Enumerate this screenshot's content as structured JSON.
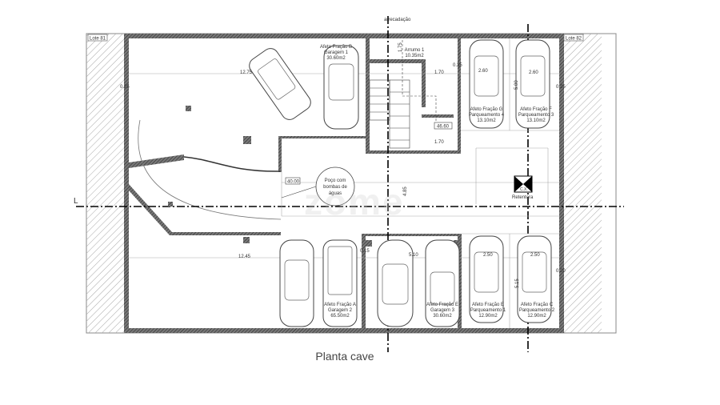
{
  "plan": {
    "caption": "Planta cave",
    "watermark": "zome",
    "lots": {
      "left": "Lote 81",
      "right": "Lote 82"
    },
    "top_label": "arrecadação",
    "dimensions": {
      "d1": "12.75",
      "d2": "0.25",
      "d3": "12.45",
      "d4": "1.75",
      "d5": "1.70",
      "d6": "1.70",
      "d7": "0.35",
      "d8": "2.60",
      "d9": "2.60",
      "d10": "5.00",
      "d11": "0.25",
      "d12": "4.85",
      "d13": "0.15",
      "d14": "5.10",
      "d15": "2.50",
      "d16": "2.50",
      "d17": "5.15",
      "d18": "0.20",
      "level1": "46.60",
      "level2": "40.00",
      "axis_L": "L"
    },
    "rooms": [
      {
        "id": "arrumo",
        "lines": [
          "Arrumo 1",
          "10.35m2"
        ]
      },
      {
        "id": "garagem-1",
        "lines": [
          "Afeto Fração B",
          "Garagem 1",
          "30.60m2"
        ]
      },
      {
        "id": "parq-4",
        "lines": [
          "Afeto Fração G",
          "Parqueamento 4",
          "13.10m2"
        ]
      },
      {
        "id": "parq-3",
        "lines": [
          "Afeto Fração F",
          "Parqueamento 3",
          "13.10m2"
        ]
      },
      {
        "id": "garagem-2",
        "lines": [
          "Afeto Fração A",
          "Garagem 2",
          "65.50m2"
        ]
      },
      {
        "id": "garagem-3",
        "lines": [
          "Afeto Fração E",
          "Garagem 3",
          "30.60m2"
        ]
      },
      {
        "id": "parq-1",
        "lines": [
          "Afeto Fração E",
          "Parqueamento 1",
          "12.90m2"
        ]
      },
      {
        "id": "parq-2",
        "lines": [
          "Afeto Fração C",
          "Parqueamento 2",
          "12.90m2"
        ]
      }
    ],
    "well": [
      "Poço com",
      "bombas de",
      "águas"
    ],
    "retention": {
      "box": "C.X.",
      "label": "Retentora"
    }
  }
}
